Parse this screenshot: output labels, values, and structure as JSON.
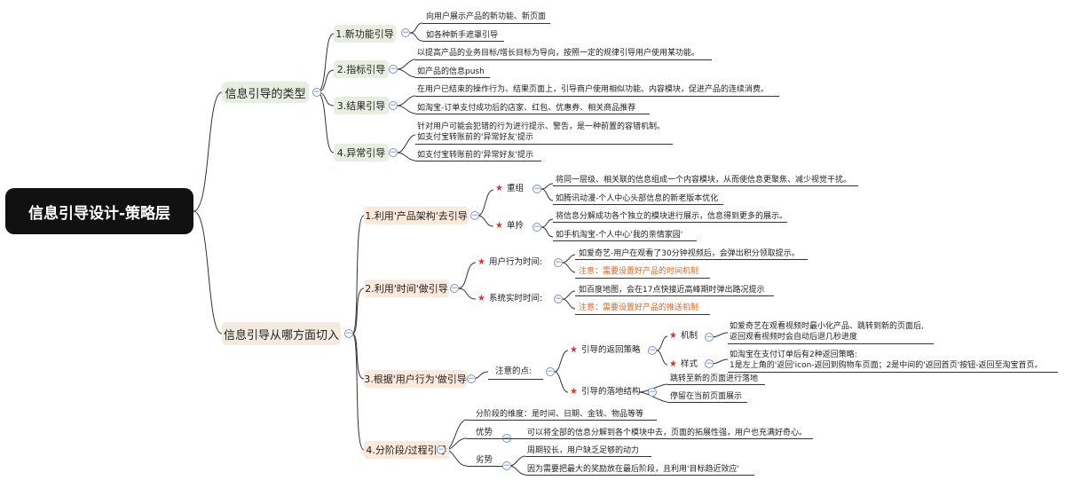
{
  "root": "信息引导设计-策略层",
  "types": {
    "title": "信息引导的类型",
    "items": [
      {
        "label": "1.新功能引导",
        "lines": [
          "向用户展示产品的新功能、新页面",
          "如各种新手遮罩引导"
        ]
      },
      {
        "label": "2.指标引导",
        "lines": [
          "以提高产品的业务目标/增长目标为导向，按照一定的规律引导用户使用某功能。",
          "如产品的信息push"
        ]
      },
      {
        "label": "3.结果引导",
        "lines": [
          "在用户已结束的操作行为、结果页面上，引导商户使用相似功能、内容模块，促进产品的连续消费。",
          "如淘宝-订单支付成功后的店家、红包、优惠券、相关商品推荐"
        ]
      },
      {
        "label": "4.异常引导",
        "lines": [
          "针对用户可能会犯错的行为进行提示、警告，是一种前置的容错机制。",
          "如支付宝转账前的'异常好友'提示",
          "如支付宝转账前的'异常好友'提示"
        ]
      }
    ]
  },
  "entry": {
    "title": "信息引导从哪方面切入",
    "b1": {
      "label": "1.利用'产品架构'去引导",
      "k1": "重组",
      "k1_lines": [
        "将同一层级、相关联的信息组成一个内容模块，从而使信息更聚焦、减少视觉干扰。",
        "如腾讯动漫-个人中心头部信息的新老版本优化"
      ],
      "k2": "单拎",
      "k2_lines": [
        "将信息分解成功各个独立的模块进行展示，信息得到更多的展示。",
        "如手机淘宝-个人中心'我的亲情家园'"
      ]
    },
    "b2": {
      "label": "2.利用'时间'做引导",
      "k1": "用户行为时间:",
      "k1_lines": [
        "如爱奇艺-用户在观看了30分钟视频后，会弹出积分领取提示。",
        "注意：需要设置好产品的时间机制"
      ],
      "k2": "系统实时时间:",
      "k2_lines": [
        "如百度地图，会在17点快接近高峰期时弹出路况提示",
        "注意：需要设置好产品的推送机制"
      ]
    },
    "b3": {
      "label": "3.根据'用户行为'做引导",
      "note": "注意的点:",
      "return": "引导的返回策略",
      "mech": "机制",
      "mech_lines": [
        "如爱奇艺在观看视频时最小化产品、跳转到新的页面后,",
        "返回观看视频时会自动后退几秒进度"
      ],
      "style": "样式",
      "style_lines": [
        "如淘宝在支付订单后有2种返回策略:",
        "1是左上角的'返回'icon-返回到购物车页面；2是中间的'返回首页'按钮-返回至淘宝首页。"
      ],
      "landing": "引导的落地结构",
      "landing_lines": [
        "跳转至新的页面进行落地",
        "停留在当前页面展示"
      ]
    },
    "b4": {
      "label": "4.分阶段/过程引导",
      "dim": "分阶段的维度：是时间、日期、金钱、物品等等",
      "adv": "优势",
      "adv_line": "可以将全部的信息分解到各个模块中去，页面的拓展性强，用户也充满好奇心。",
      "dis": "劣势",
      "dis_lines": [
        "周期较长，用户缺乏足够的动力",
        "因为需要把最大的奖励放在最后阶段，且利用'目标趋近效应'"
      ]
    }
  },
  "toggle_glyph": "−",
  "star_glyph": "★"
}
